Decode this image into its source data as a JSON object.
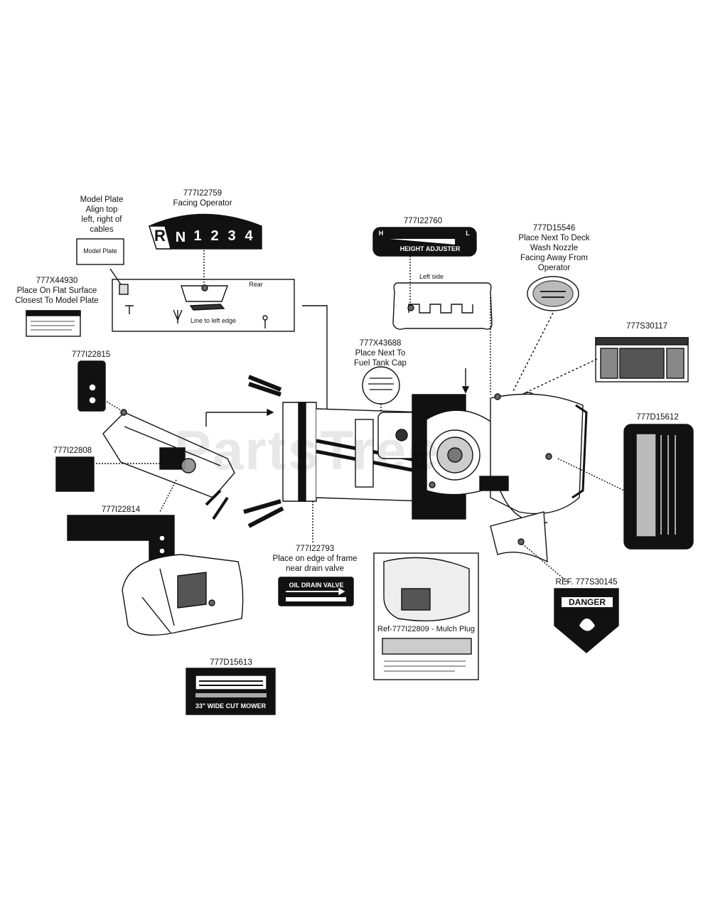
{
  "watermark": "PartsTree",
  "labels": {
    "model_plate_instr": "Model Plate\nAlign top\nleft, right of\ncables",
    "model_plate_box": "Model Plate",
    "p777I22759": "777I22759\nFacing Operator",
    "gear_R": "R",
    "gear_N": "N",
    "gear_1": "1",
    "gear_2": "2",
    "gear_3": "3",
    "gear_4": "4",
    "p777X44930": "777X44930\nPlace On Flat Surface\nClosest To Model Plate",
    "rear": "Rear",
    "line_to_left": "Line to left edge",
    "p777I22760": "777I22760",
    "height_adjuster": "HEIGHT ADJUSTER",
    "height_H": "H",
    "height_L": "L",
    "left_side": "Left side",
    "p777D15546": "777D15546\nPlace Next To Deck\nWash Nozzle\nFacing Away From\nOperator",
    "p777S30117": "777S30117",
    "p777X43688": "777X43688\nPlace Next To\nFuel Tank Cap",
    "p777I22815": "777I22815",
    "p777D15612": "777D15612",
    "p777I22808": "777I22808",
    "p777I22814": "777I22814",
    "p777I22793": "777I22793\nPlace on edge of frame\nnear drain valve",
    "oil_drain": "OIL DRAIN VALVE",
    "ref_777S30145": "REF. 777S30145",
    "danger": "DANGER",
    "ref_mulch": "Ref-777I22809 - Mulch Plug",
    "p777D15613": "777D15613",
    "wide_cut": "33\" WIDE CUT MOWER"
  }
}
